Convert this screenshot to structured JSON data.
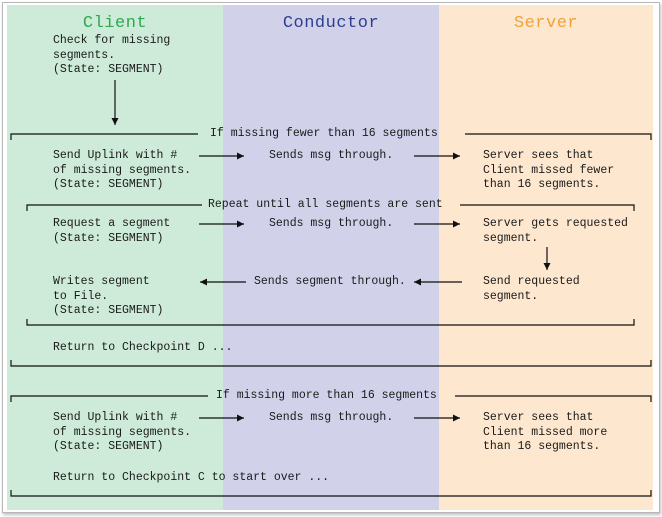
{
  "colors": {
    "client_lane": "#cdebd8",
    "conductor_lane": "#d1d1ea",
    "server_lane": "#fde7cf",
    "client_title": "#2fa84f",
    "conductor_title": "#2e3f8f",
    "server_title": "#f0a23a"
  },
  "lanes": {
    "client": "Client",
    "conductor": "Conductor",
    "server": "Server"
  },
  "top": {
    "check_missing": "Check for missing\nsegments.\n(State: SEGMENT)"
  },
  "fewer_block": {
    "header": "If missing fewer than 16 segments",
    "client_uplink": "Send Uplink with #\nof missing segments.\n(State: SEGMENT)",
    "conductor_msg": "Sends msg through.",
    "server_sees": "Server sees that\nClient missed fewer\nthan 16 segments.",
    "repeat_header": "Repeat until all segments are sent",
    "request_segment": "Request a segment\n(State: SEGMENT)",
    "conductor_msg_2": "Sends msg through.",
    "server_gets": "Server gets requested\nsegment.",
    "writes_segment": "Writes segment\nto File.\n(State: SEGMENT)",
    "sends_segment": "Sends segment through.",
    "send_requested": "Send requested\nsegment.",
    "return_d": "Return to Checkpoint D ..."
  },
  "more_block": {
    "header": "If missing more than 16 segments",
    "client_uplink": "Send Uplink with #\nof missing segments.\n(State: SEGMENT)",
    "conductor_msg": "Sends msg through.",
    "server_sees": "Server sees that\nClient missed more\nthan 16 segments.",
    "return_c": "Return to Checkpoint C to start over ..."
  }
}
